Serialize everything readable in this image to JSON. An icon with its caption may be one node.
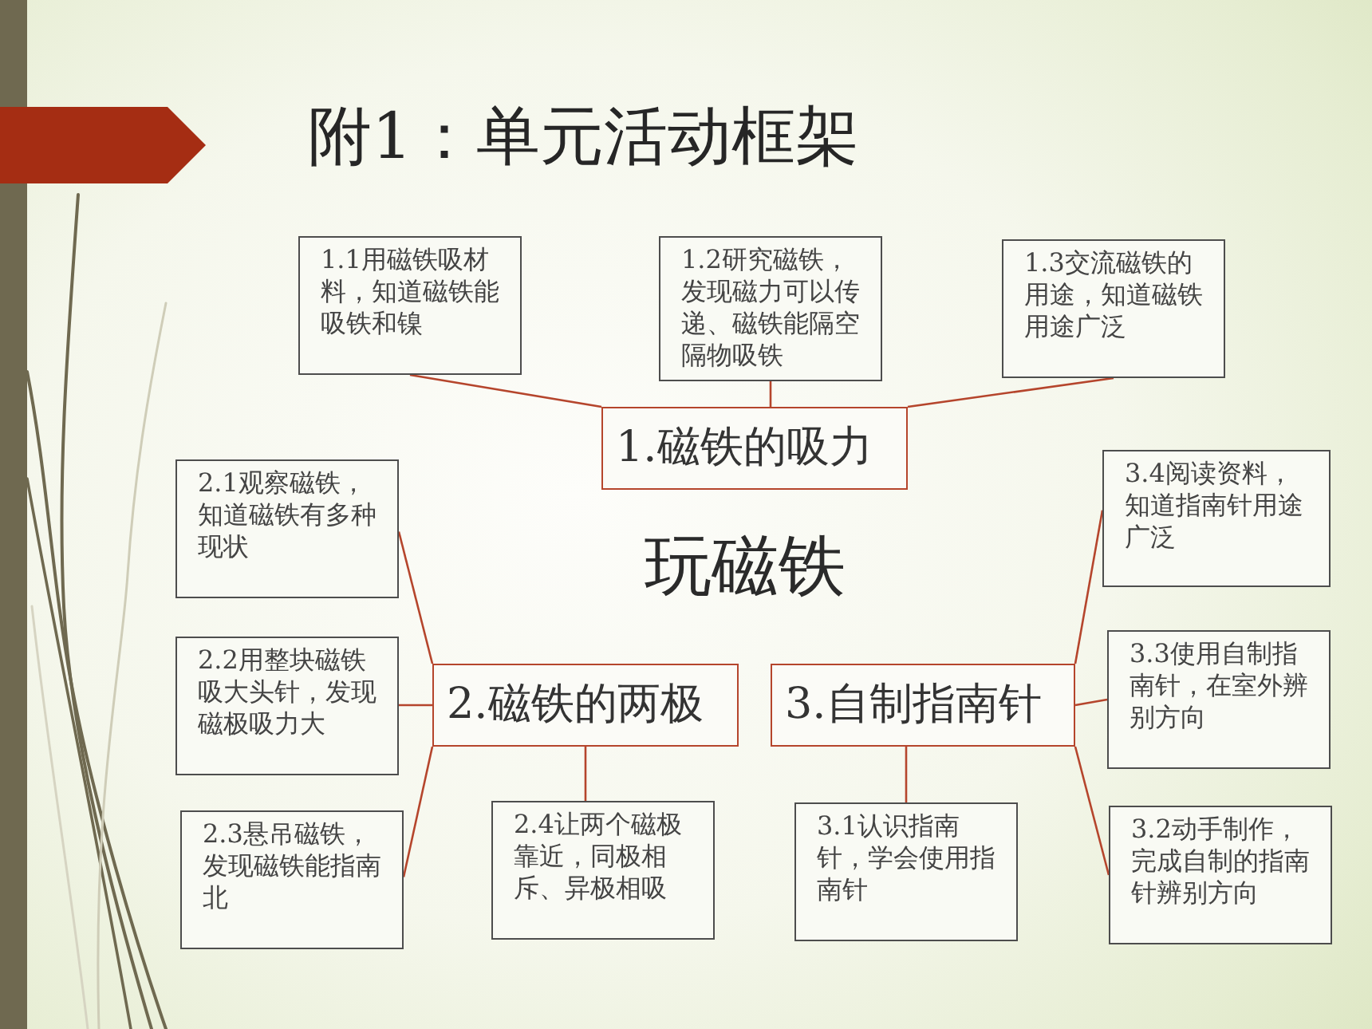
{
  "diagram": {
    "title": "附1：单元活动框架",
    "nodes": [
      {
        "text": [
          "1.1用磁铁吸材料，知道磁铁能吸铁和镍"
        ]
      },
      {
        "text": [
          "1.2研究磁铁，发现磁力可以传递、磁铁能隔空隔物吸铁"
        ]
      },
      {
        "text": [
          "1.3交流磁铁的用途，知道磁铁用途广泛"
        ]
      },
      {
        "text": [
          "1.磁铁的吸力"
        ]
      },
      {
        "text": [
          "2.1观察磁铁，知道磁铁有多种现状"
        ]
      },
      {
        "text": [
          "3.4阅读资料，知道指南针用途广泛"
        ]
      },
      {
        "text": [
          "2.2用整块磁铁吸大头针，发现磁极吸力大"
        ]
      },
      {
        "text": [
          "2.磁铁的两极"
        ]
      },
      {
        "text": [
          "3.自制指南针"
        ]
      },
      {
        "text": [
          "3.3使用自制指南针，在室外辨别方向"
        ]
      },
      {
        "text": [
          "2.3悬吊磁铁，发现磁铁能指南北"
        ]
      },
      {
        "text": [
          "2.4让两个磁极靠近，同极相斥、异极相吸"
        ]
      },
      {
        "text": [
          "3.1认识指南针，学会使用指南针"
        ]
      },
      {
        "text": [
          "3.2动手制作，完成自制的指南针辨别方向"
        ]
      }
    ],
    "edges": [
      {
        "from": 3,
        "to": 0,
        "arrow": "none"
      },
      {
        "from": 3,
        "to": 1,
        "arrow": "none"
      },
      {
        "from": 3,
        "to": 2,
        "arrow": "none"
      },
      {
        "from": 7,
        "to": 4,
        "arrow": "none"
      },
      {
        "from": 7,
        "to": 6,
        "arrow": "none"
      },
      {
        "from": 7,
        "to": 10,
        "arrow": "none"
      },
      {
        "from": 7,
        "to": 11,
        "arrow": "none"
      },
      {
        "from": 8,
        "to": 5,
        "arrow": "none"
      },
      {
        "from": 8,
        "to": 9,
        "arrow": "none"
      },
      {
        "from": 8,
        "to": 12,
        "arrow": "none"
      },
      {
        "from": 8,
        "to": 13,
        "arrow": "none"
      }
    ],
    "labels": [
      "玩磁铁"
    ]
  }
}
